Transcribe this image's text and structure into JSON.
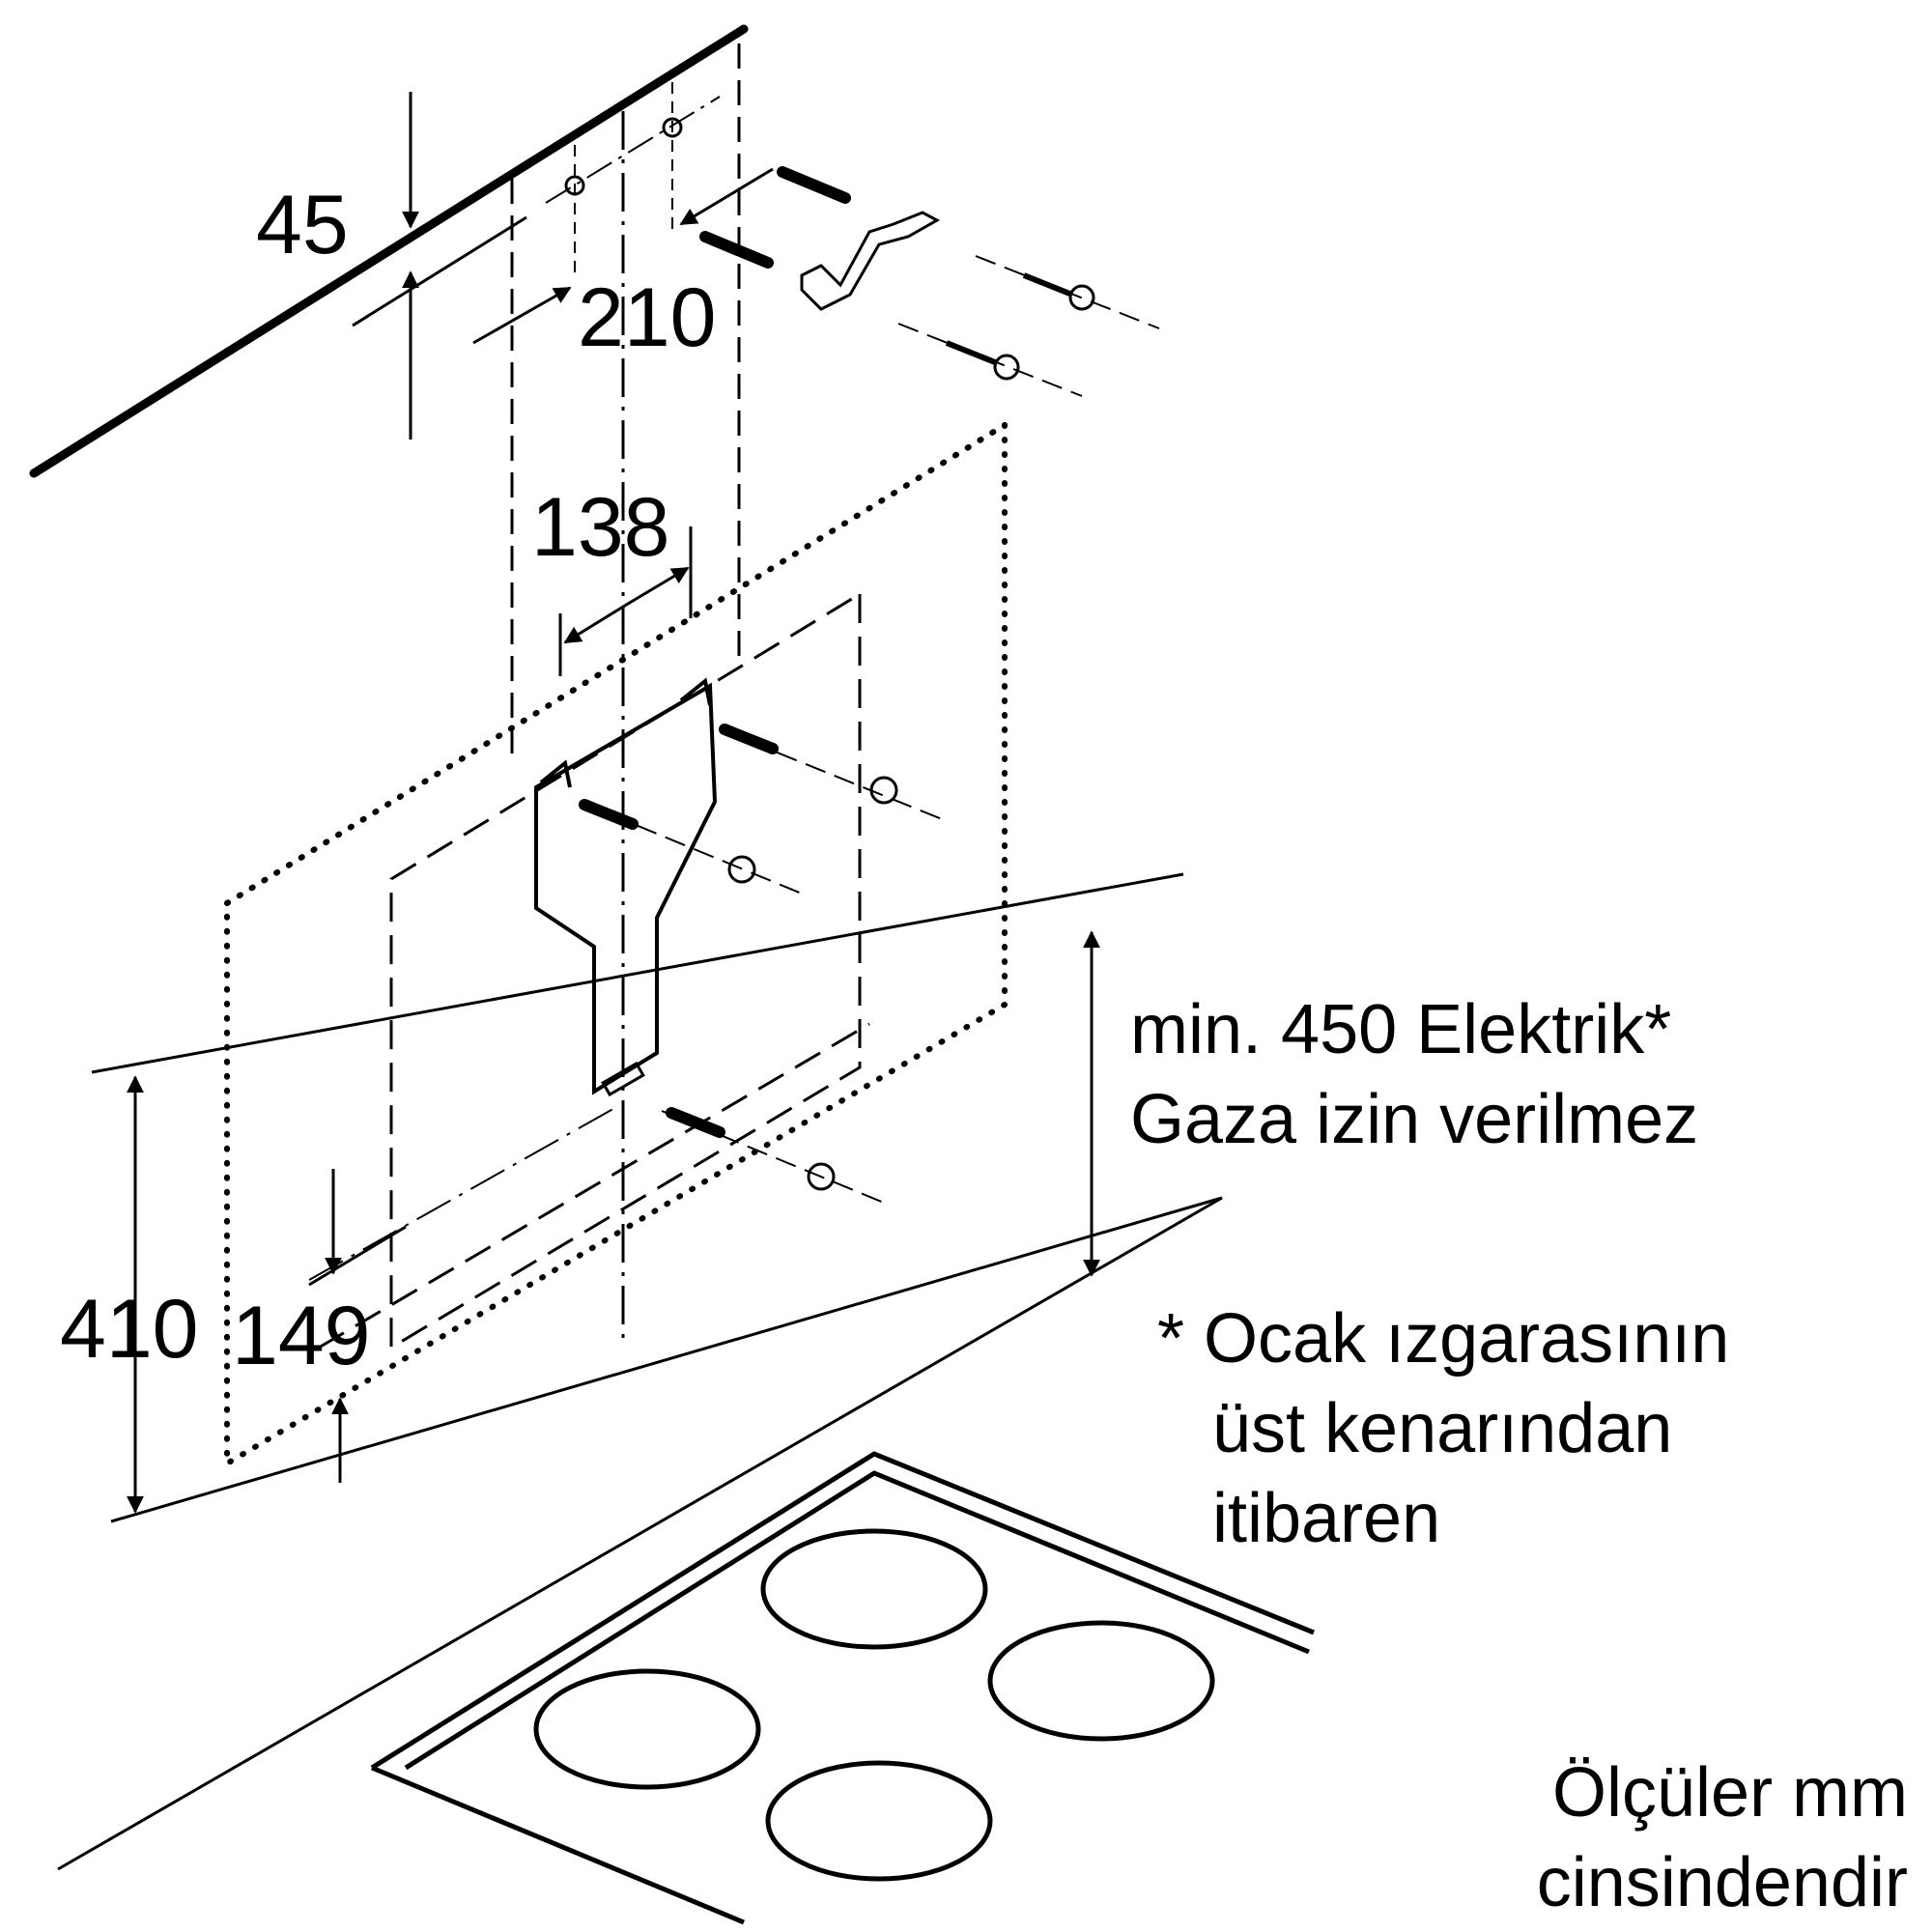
{
  "dimensions": {
    "d45": "45",
    "d210": "210",
    "d138": "138",
    "d410": "410",
    "d149": "149"
  },
  "notes": {
    "min_line": "min. 450 Elektrik*",
    "gas_line": "Gaza izin verilmez",
    "footnote_line1": "* Ocak ızgarasının",
    "footnote_line2": "üst kenarından",
    "footnote_line3": "itibaren",
    "units_line1": "Ölçüler mm",
    "units_line2": "cinsindendir"
  },
  "colors": {
    "line": "#000000",
    "background": "#ffffff"
  }
}
